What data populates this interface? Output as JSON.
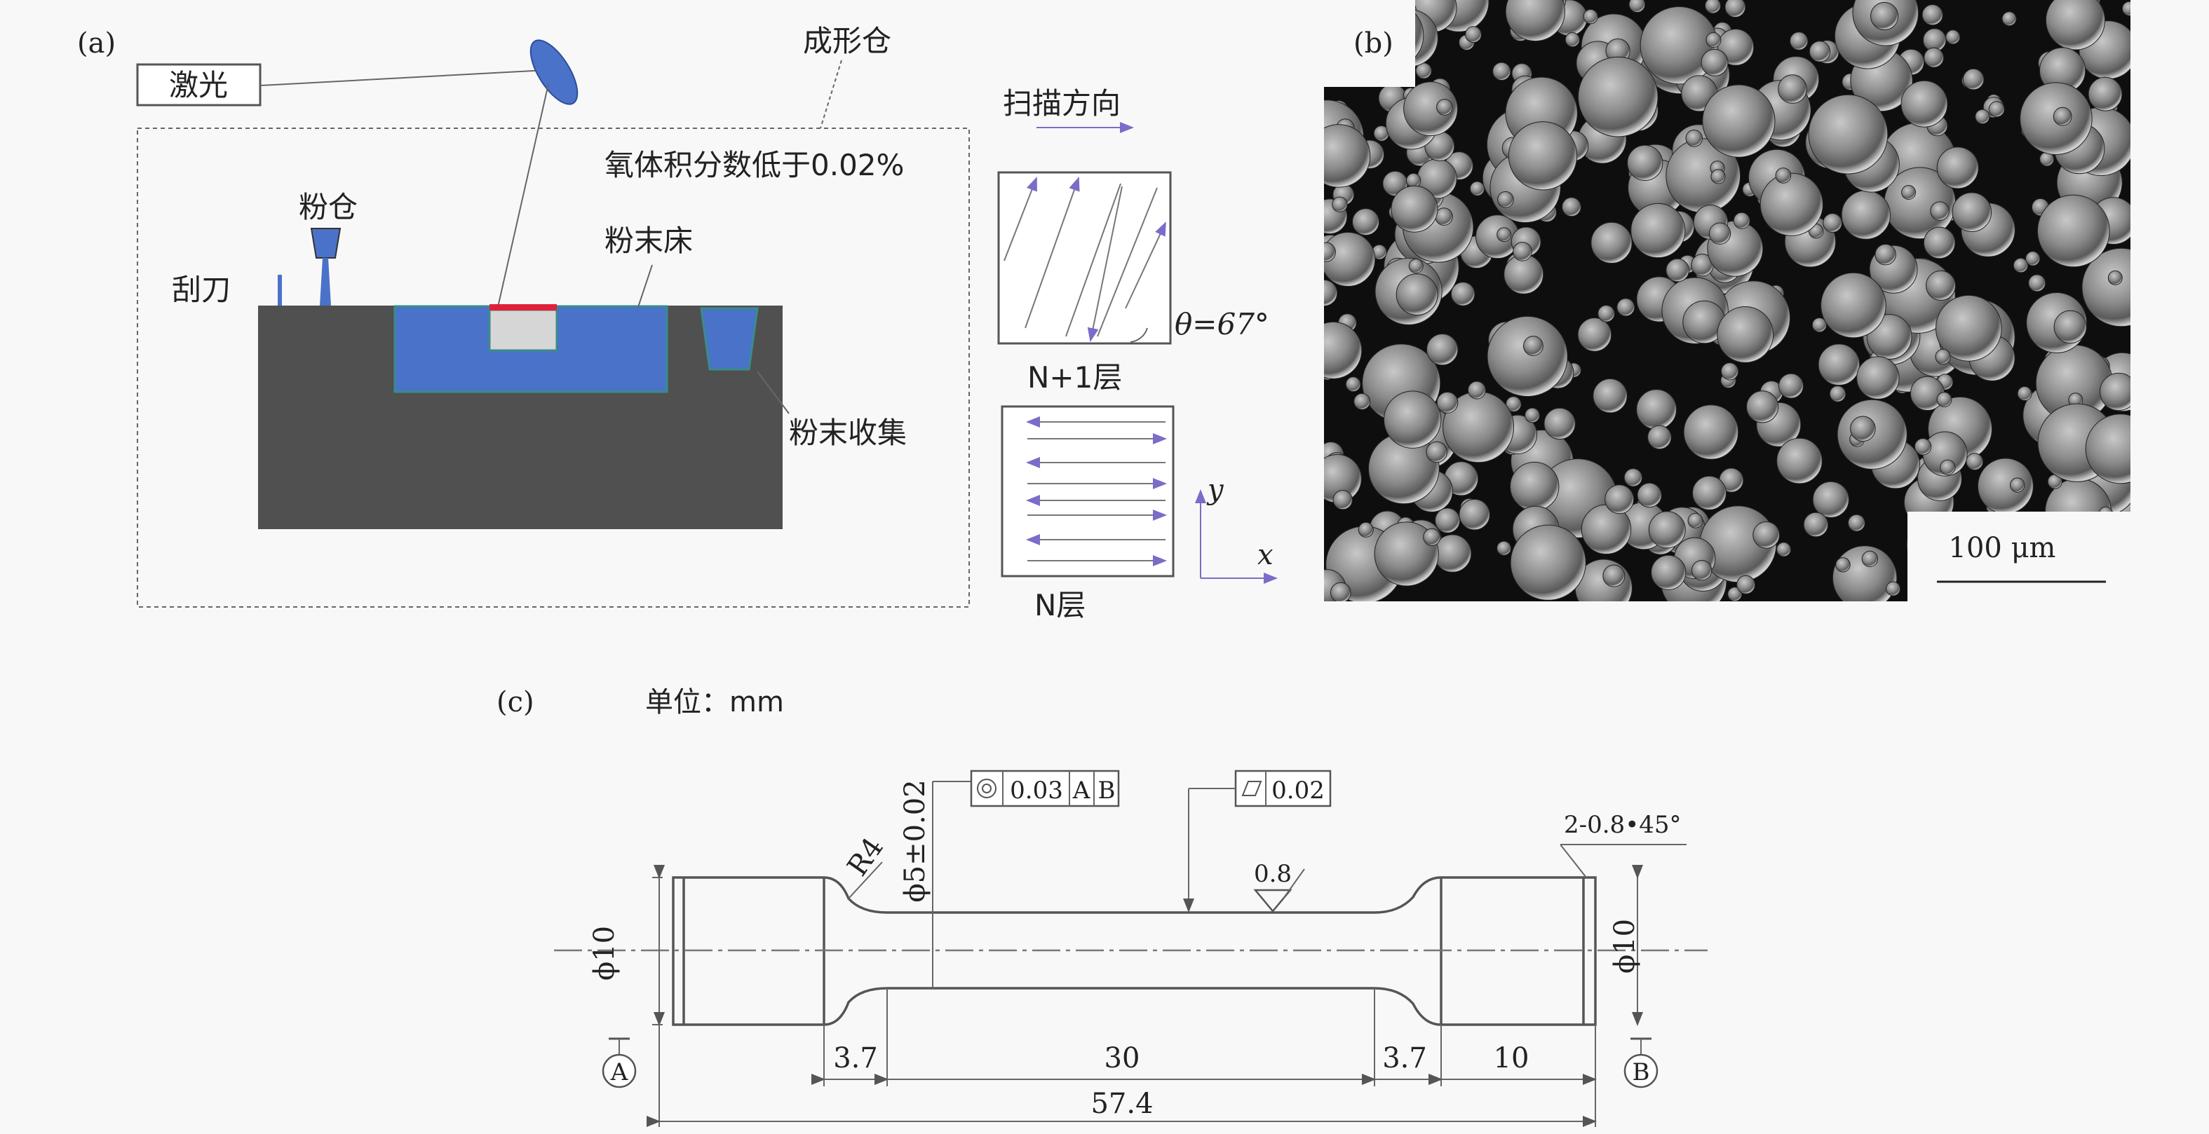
{
  "panel_a": {
    "label": "(a)",
    "laser": "激光",
    "chamber": "成形仓",
    "oxygen": "氧体积分数低于0.02%",
    "powder_bin": "粉仓",
    "scraper": "刮刀",
    "powder_bed": "粉末床",
    "powder_collect": "粉末收集",
    "scan_direction": "扫描方向",
    "angle": "θ=67°",
    "layer_n1": "N+1层",
    "layer_n": "N层",
    "axis_y": "y",
    "axis_x": "x",
    "colors": {
      "bed": "#4a72c8",
      "machine": "#505050",
      "melt": "#e0203a",
      "arrow": "#7a6cc8"
    }
  },
  "panel_b": {
    "label": "(b)",
    "scale_bar": "100 μm"
  },
  "panel_c": {
    "label": "(c)",
    "unit": "单位：mm",
    "dia_left": "ϕ10",
    "dia_right": "ϕ10",
    "dia_gauge": "ϕ5±0.02",
    "radius": "R4",
    "tol1_value": "0.03",
    "tol1_ref_a": "A",
    "tol1_ref_b": "B",
    "tol2_value": "0.02",
    "roughness": "0.8",
    "chamfer": "2-0.8•45°",
    "dim_37_left": "3.7",
    "dim_30": "30",
    "dim_37_right": "3.7",
    "dim_10": "10",
    "dim_total": "57.4",
    "datum_a": "A",
    "datum_b": "B"
  }
}
